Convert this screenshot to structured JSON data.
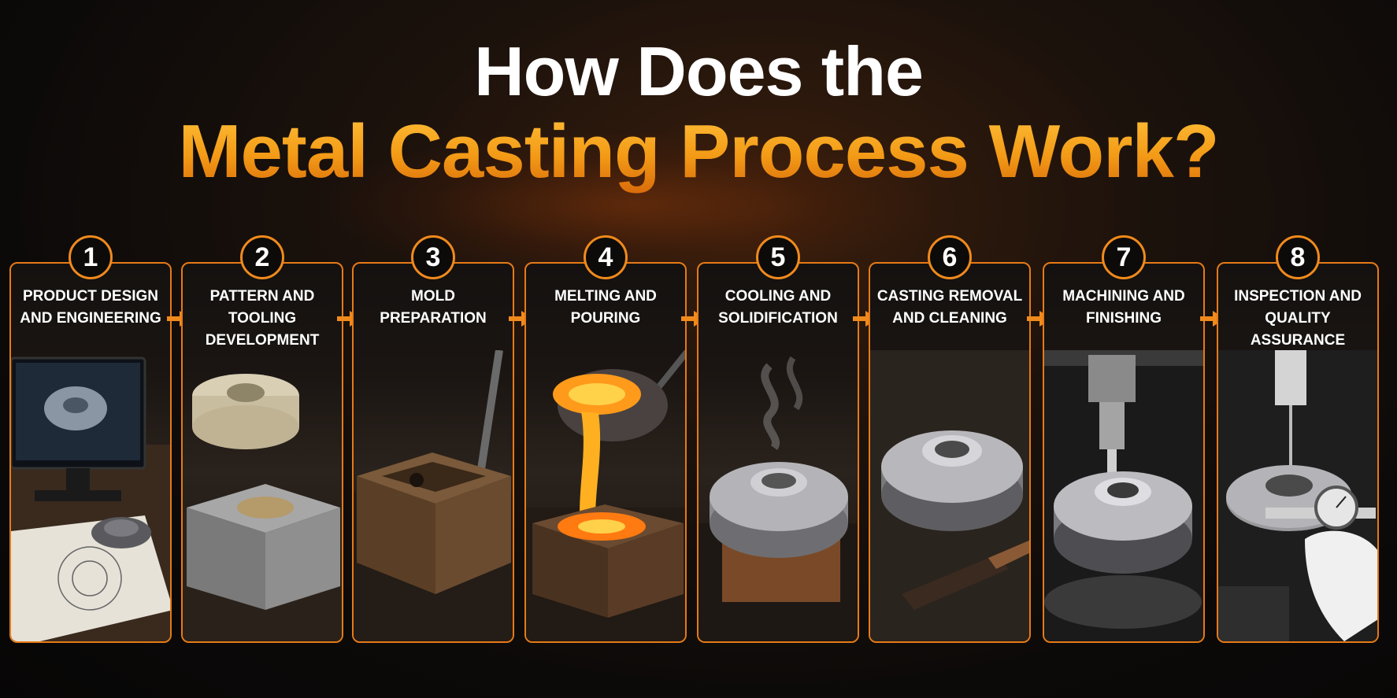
{
  "title": {
    "line1": "How Does the",
    "line2": "Metal Casting Process Work?"
  },
  "colors": {
    "accent_orange": "#e67a17",
    "title_orange": "#f5a018",
    "background": "#0c0a09"
  },
  "steps": [
    {
      "number": "1",
      "label": "PRODUCT DESIGN AND ENGINEERING",
      "icon": "cad-monitor-icon"
    },
    {
      "number": "2",
      "label": "PATTERN AND TOOLING DEVELOPMENT",
      "icon": "pattern-mold-icon"
    },
    {
      "number": "3",
      "label": "MOLD PREPARATION",
      "icon": "sand-mold-icon"
    },
    {
      "number": "4",
      "label": "MELTING AND POURING",
      "icon": "ladle-pour-icon"
    },
    {
      "number": "5",
      "label": "COOLING AND SOLIDIFICATION",
      "icon": "cooling-casting-icon"
    },
    {
      "number": "6",
      "label": "CASTING REMOVAL AND CLEANING",
      "icon": "cleaning-brush-icon"
    },
    {
      "number": "7",
      "label": "MACHINING AND FINISHING",
      "icon": "cnc-machining-icon"
    },
    {
      "number": "8",
      "label": "INSPECTION AND QUALITY ASSURANCE",
      "icon": "caliper-inspection-icon"
    }
  ]
}
